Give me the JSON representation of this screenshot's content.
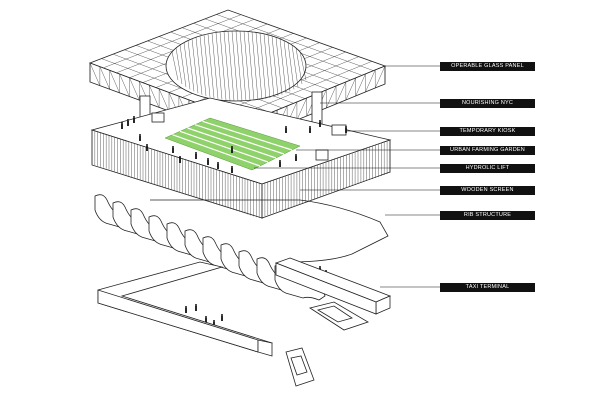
{
  "labels": [
    {
      "id": "operable-glass-panel",
      "text": "OPERABLE GLASS PANEL"
    },
    {
      "id": "nourishing-nyc",
      "text": "NOURISHING NYC"
    },
    {
      "id": "temporary-kiosk",
      "text": "TEMPORARY KIOSK"
    },
    {
      "id": "urban-farming-garden",
      "text": "URBAN FARMING GARDEN"
    },
    {
      "id": "hydrolic-lift",
      "text": "HYDROLIC LIFT"
    },
    {
      "id": "wooden-screen",
      "text": "WOODEN SCREEN"
    },
    {
      "id": "rib-structure",
      "text": "RIB STRUCTURE"
    },
    {
      "id": "taxi-terminal",
      "text": "TAXI TERMINAL"
    }
  ],
  "colors": {
    "garden": "#8fd16b",
    "label_bg": "#111111",
    "label_text": "#ffffff",
    "line": "#222222"
  }
}
